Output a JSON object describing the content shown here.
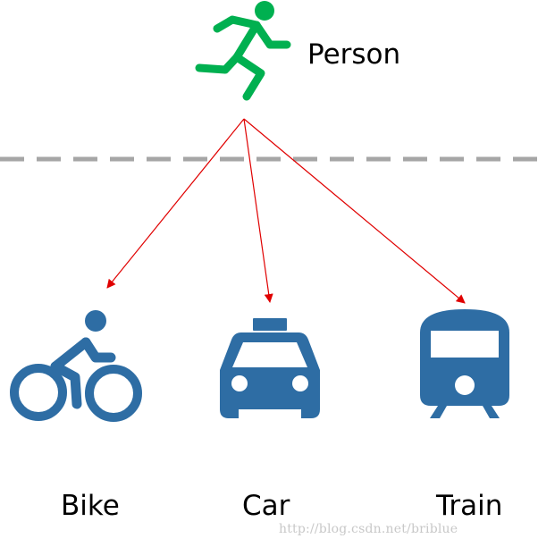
{
  "nodes": {
    "source": {
      "label": "Person",
      "icon": "running-person-icon",
      "color": "#00b050"
    },
    "targets": [
      {
        "label": "Bike",
        "icon": "bicycle-icon",
        "color": "#2e6da4"
      },
      {
        "label": "Car",
        "icon": "taxi-car-icon",
        "color": "#2e6da4"
      },
      {
        "label": "Train",
        "icon": "train-icon",
        "color": "#2e6da4"
      }
    ]
  },
  "edges": [
    {
      "from": "Person",
      "to": "Bike",
      "color": "#e00000"
    },
    {
      "from": "Person",
      "to": "Car",
      "color": "#e00000"
    },
    {
      "from": "Person",
      "to": "Train",
      "color": "#e00000"
    }
  ],
  "divider": {
    "style": "dashed",
    "color": "#a6a6a6"
  },
  "watermark": "http://blog.csdn.net/briblue"
}
